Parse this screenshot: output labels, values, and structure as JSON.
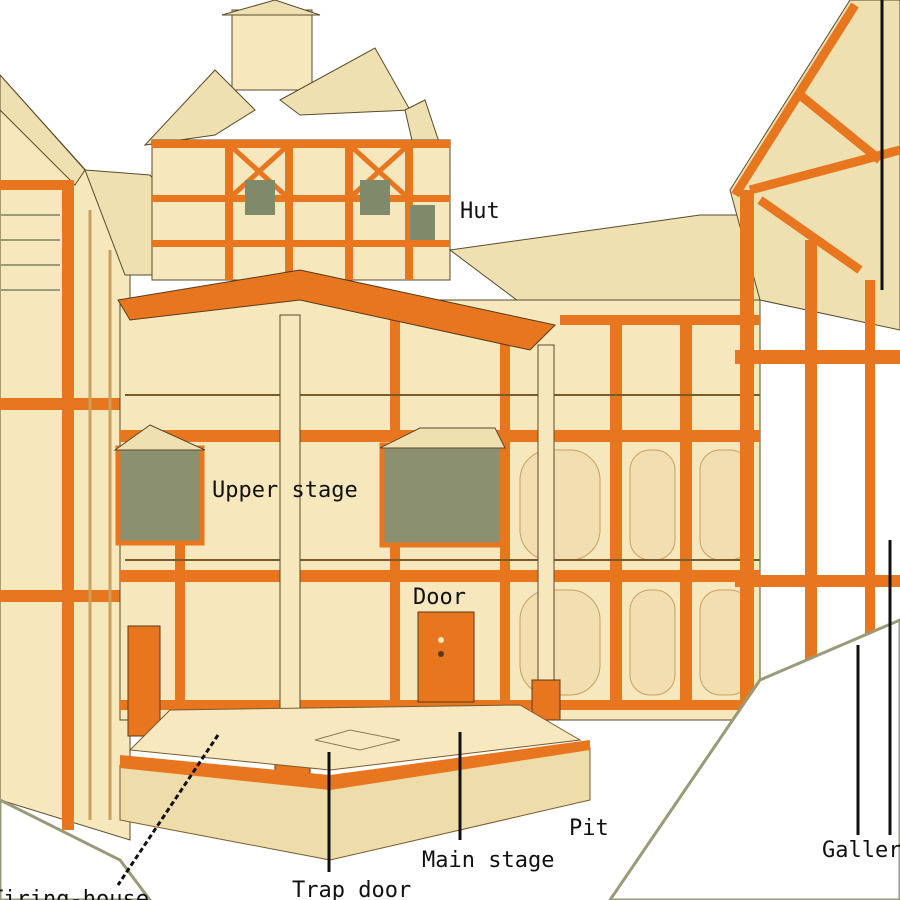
{
  "diagram": {
    "subject": "Elizabethan playhouse cutaway",
    "labels": {
      "hut": "Hut",
      "upper_stage": "Upper stage",
      "door": "Door",
      "pit": "Pit",
      "main_stage": "Main stage",
      "trap_door": "Trap door",
      "gallery": "Galler",
      "left_cut": "Tiring-house"
    },
    "colors": {
      "timber": "#e8761e",
      "plaster": "#f6e7bc",
      "roof": "#efe0b2",
      "shadow": "#9a9a78",
      "ink": "#111111",
      "background": "#ffffff"
    }
  }
}
